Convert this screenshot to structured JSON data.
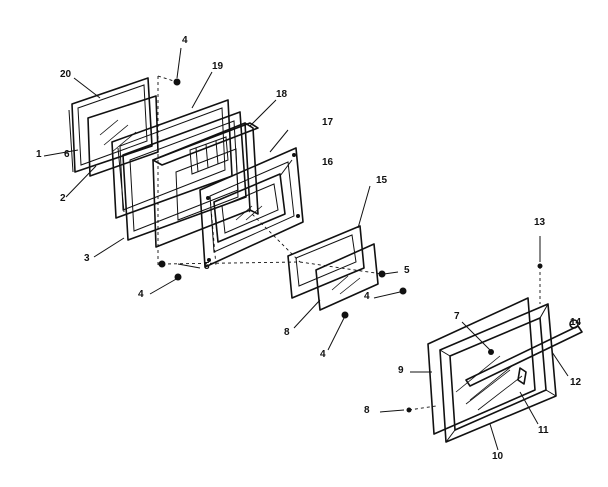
{
  "callouts": [
    {
      "id": "c20",
      "text": "20"
    },
    {
      "id": "c19",
      "text": "19"
    },
    {
      "id": "c18",
      "text": "18"
    },
    {
      "id": "c17",
      "text": "17"
    },
    {
      "id": "c16",
      "text": "16"
    },
    {
      "id": "c15",
      "text": "15"
    },
    {
      "id": "c14",
      "text": "14"
    },
    {
      "id": "c13",
      "text": "13"
    },
    {
      "id": "c12",
      "text": "12"
    },
    {
      "id": "c11",
      "text": "11"
    },
    {
      "id": "c10",
      "text": "10"
    },
    {
      "id": "c9",
      "text": "9"
    },
    {
      "id": "c8a",
      "text": "8"
    },
    {
      "id": "c8b",
      "text": "8"
    },
    {
      "id": "c7",
      "text": "7"
    },
    {
      "id": "c6",
      "text": "6"
    },
    {
      "id": "c5a",
      "text": "5"
    },
    {
      "id": "c5b",
      "text": "5"
    },
    {
      "id": "c4a",
      "text": "4"
    },
    {
      "id": "c4b",
      "text": "4"
    },
    {
      "id": "c4c",
      "text": "4"
    },
    {
      "id": "c4d",
      "text": "4"
    },
    {
      "id": "c3",
      "text": "3"
    },
    {
      "id": "c2",
      "text": "2"
    },
    {
      "id": "c1",
      "text": "1"
    }
  ]
}
